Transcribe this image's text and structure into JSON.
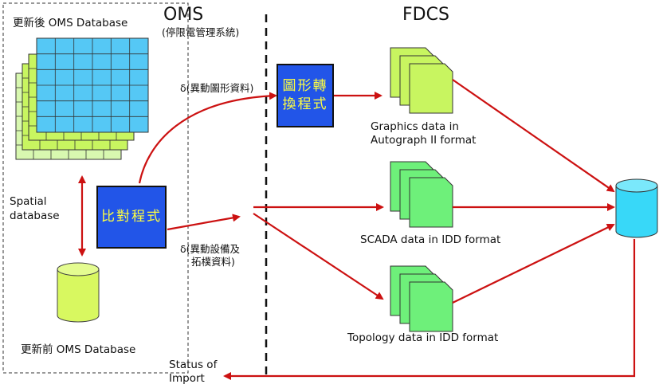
{
  "sections": {
    "oms_title": "OMS",
    "oms_subtitle": "(停限電管理系統)",
    "fdcs_title": "FDCS"
  },
  "databases": {
    "updated_db": "更新後 OMS Database",
    "previous_db": "更新前 OMS Database",
    "spatial": [
      "Spatial",
      "database"
    ]
  },
  "processes": {
    "compare": "比對程式",
    "graphics_convert": [
      "圖形轉",
      "換程式"
    ]
  },
  "deltas": {
    "graphics_delta": "δ(異動圖形資料)",
    "equipment_delta": [
      "δ(異動設備及",
      "拓樸資料)"
    ]
  },
  "outputs": {
    "graphics": [
      "Graphics data in",
      "Autograph II format"
    ],
    "scada": "SCADA data in IDD format",
    "topology": "Topology data in IDD format"
  },
  "feedback": [
    "Status of",
    "Import"
  ],
  "colors": {
    "arrow": "#cc1111",
    "grid_blue": "#55c8f5",
    "grid_green": "#c8f560",
    "process_box": "#2255e8",
    "process_text": "#ffff40",
    "doc_yellow_green": "#c8f560",
    "doc_green": "#6ef07a",
    "db_cyan": "#38d8f8",
    "db_lime": "#d8f860"
  }
}
